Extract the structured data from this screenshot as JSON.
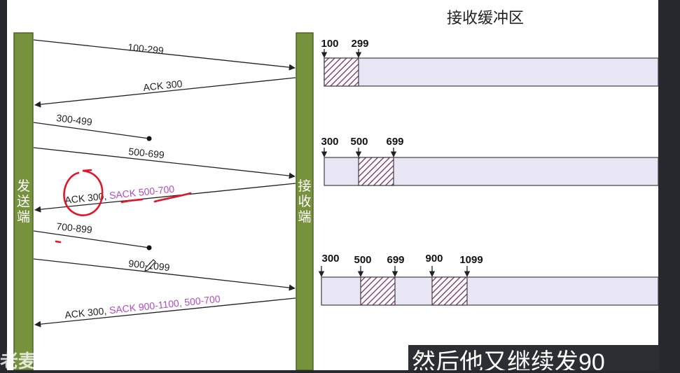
{
  "colors": {
    "bar": "#76923c",
    "bar_border": "#4f6228",
    "buffer_fill": "#e8e5f5",
    "buffer_stroke": "#3f3f3f",
    "hatch": "#7a2e6e",
    "sack": "#b24cc1",
    "annotation_red": "#e0162b",
    "frame": "#25282d"
  },
  "buffer_title": "接收缓冲区",
  "sender_label": "发送端",
  "receiver_label": "接收端",
  "messages": [
    {
      "id": "seg-100-299",
      "label": "100-299",
      "dir": "right"
    },
    {
      "id": "ack-300",
      "label": "ACK 300",
      "dir": "left"
    },
    {
      "id": "seg-300-499",
      "label": "300-499",
      "dir": "right",
      "lost": true
    },
    {
      "id": "seg-500-699",
      "label": "500-699",
      "dir": "right"
    },
    {
      "id": "ack-sack-1",
      "label": "ACK 300,",
      "sack": "SACK 500-700",
      "dir": "left"
    },
    {
      "id": "seg-700-899",
      "label": "700-899",
      "dir": "right",
      "lost": true
    },
    {
      "id": "seg-900-1099",
      "label": "900-1099",
      "dir": "right"
    },
    {
      "id": "ack-sack-2",
      "label": "ACK 300,",
      "sack": "SACK 900-1100, 500-700",
      "dir": "left"
    }
  ],
  "buffers": [
    {
      "id": "buffer-1",
      "marks": [
        "100",
        "299"
      ]
    },
    {
      "id": "buffer-2",
      "marks": [
        "300",
        "500",
        "699"
      ]
    },
    {
      "id": "buffer-3",
      "marks": [
        "300",
        "500",
        "699",
        "900",
        "1099"
      ]
    }
  ],
  "subtitle": "然后他又继续发90",
  "watermark": "老麦 bilibili"
}
